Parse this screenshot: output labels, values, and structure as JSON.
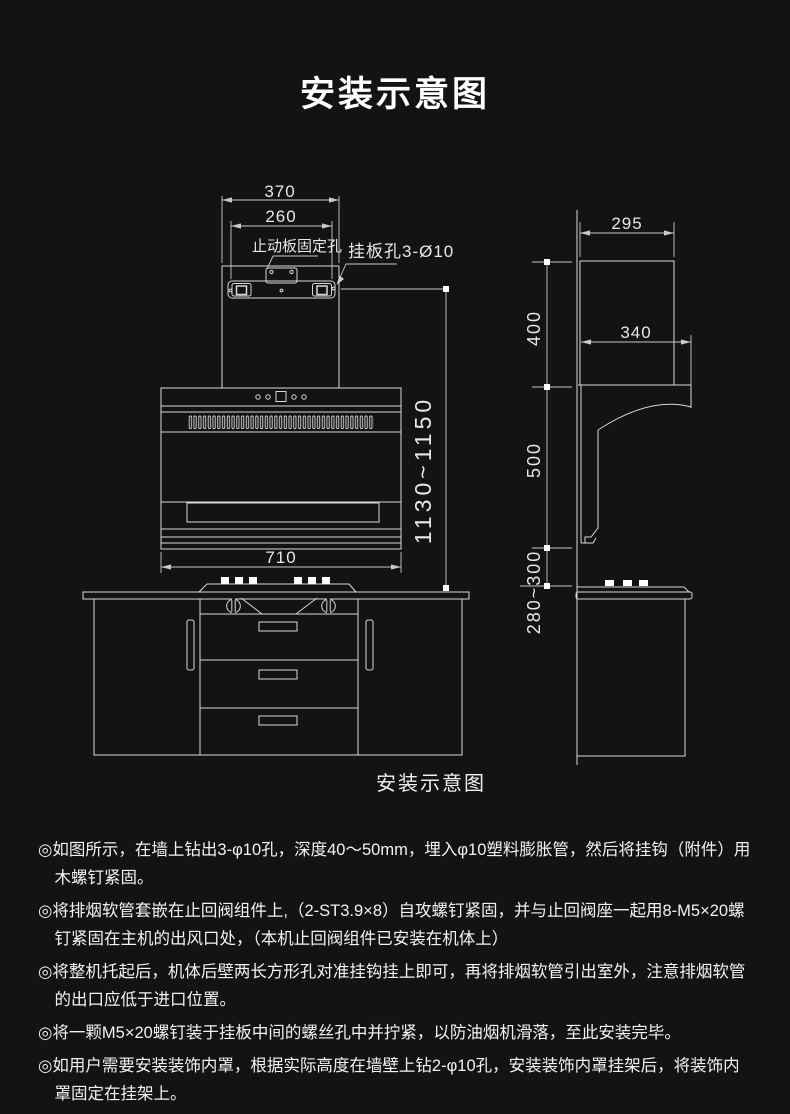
{
  "title": "安装示意图",
  "caption": "安装示意图",
  "colors": {
    "background": "#131313",
    "drawing_line": "#d8d8d8",
    "dimension_line": "#c9c9c9",
    "text": "#f2f2f2"
  },
  "front_view": {
    "dim_chimney_width": "370",
    "dim_plate_width": "260",
    "dim_body_width": "710",
    "dim_install_height": "1130~1150",
    "label_stop_plate_hole": "止动板固定孔",
    "label_hanging_holes": "挂板孔3-Ø10"
  },
  "side_view": {
    "dim_chimney_depth": "295",
    "dim_body_depth": "340",
    "dim_upper_height": "400",
    "dim_lower_height": "500",
    "dim_gap_to_cooktop": "280~300"
  },
  "notes": {
    "bullet": "◎",
    "items": [
      "如图所示，在墙上钻出3-φ10孔，深度40～50mm，埋入φ10塑料膨胀管，然后将挂钩（附件）用木螺钉紧固。",
      "将排烟软管套嵌在止回阀组件上,（2-ST3.9×8）自攻螺钉紧固，并与止回阀座一起用8-M5×20螺钉紧固在主机的出风口处，（本机止回阀组件已安装在机体上）",
      "将整机托起后，机体后壁两长方形孔对准挂钩挂上即可，再将排烟软管引出室外，注意排烟软管的出口应低于进口位置。",
      "将一颗M5×20螺钉装于挂板中间的螺丝孔中并拧紧，以防油烟机滑落，至此安装完毕。",
      "如用户需要安装装饰内罩，根据实际高度在墙壁上钻2-φ10孔，安装装饰内罩挂架后，将装饰内罩固定在挂架上。"
    ]
  }
}
